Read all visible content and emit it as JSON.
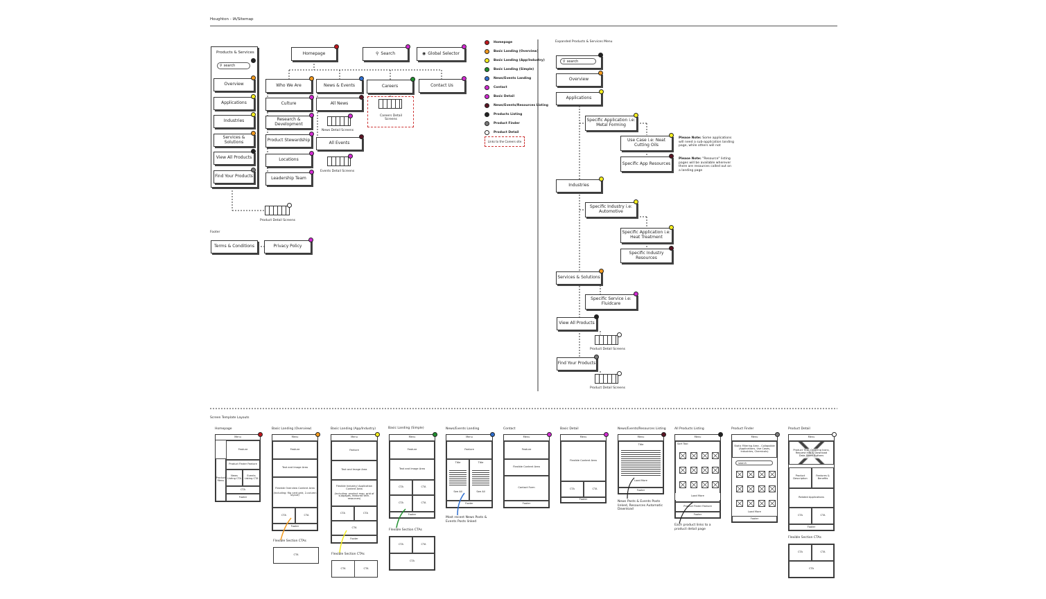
{
  "header": {
    "title": "Houghton - IA/Sitemap"
  },
  "colors": {
    "red": "#c0181e",
    "orange": "#f39a1e",
    "yellow": "#f5ee1f",
    "green": "#1f8f2e",
    "blue": "#2f6fd0",
    "magenta": "#d22ad2",
    "darkred": "#5a1424",
    "black": "#222222",
    "grey": "#7a7a7a",
    "white": "#ffffff"
  },
  "nav": {
    "title": "Products & Services",
    "search_placeholder": "search",
    "items": [
      "Overview",
      "Applications",
      "Industries",
      "Services & Solutions",
      "View All Products",
      "Find Your Products"
    ]
  },
  "top": {
    "homepage": "Homepage",
    "search": "Search",
    "global_selector": "Global Selector",
    "who_we_are": "Who We Are",
    "news_events": "News & Events",
    "careers": "Careers",
    "contact_us": "Contact Us",
    "culture": "Culture",
    "research": "Research & Development",
    "stewardship": "Product Stewardship",
    "locations": "Locations",
    "leadership": "Leadership Team",
    "all_news": "All News",
    "news_detail": "News Detail Screens",
    "all_events": "All Events",
    "events_detail": "Events Detail Screens",
    "careers_detail": "Careers Detail Screens",
    "product_detail": "Product Detail Screens"
  },
  "footer": {
    "label": "Footer",
    "terms": "Terms & Conditions",
    "privacy": "Privacy Policy"
  },
  "legend": [
    {
      "label": "Homepage",
      "color": "red"
    },
    {
      "label": "Basic Landing (Overview)",
      "color": "orange"
    },
    {
      "label": "Basic Landing (App/Industry)",
      "color": "yellow"
    },
    {
      "label": "Basic Landing (Simple)",
      "color": "green"
    },
    {
      "label": "News/Events Landing",
      "color": "blue"
    },
    {
      "label": "Contact",
      "color": "magenta"
    },
    {
      "label": "Basic Detail",
      "color": "magenta"
    },
    {
      "label": "News/Events/Resources Listing",
      "color": "darkred"
    },
    {
      "label": "Products Listing",
      "color": "black"
    },
    {
      "label": "Product Finder",
      "color": "grey"
    },
    {
      "label": "Product Detail",
      "color": "white"
    }
  ],
  "legend_link": "Links to the Careers site",
  "expanded": {
    "title": "Expanded Products & Services Menu",
    "search_placeholder": "search",
    "overview": "Overview",
    "applications": "Applications",
    "specific_application": "Specific Application i.e: Metal Forming",
    "use_case": "Use Case i.e: Neat Cutting Oils",
    "specific_app_resources": "Specific App Resources",
    "note1_bold": "Please Note:",
    "note1": "Some applications will need a sub-application landing page, while others will not",
    "note2_bold": "Please Note:",
    "note2": "\"Resource\" listing pages will be available wherever there are resources called out on a landing page",
    "industries": "Industries",
    "specific_industry": "Specific Industry i.e: Automotive",
    "specific_application2": "Specific Application i.e: Heat Treatment",
    "specific_industry_resources": "Specific Industry Resources",
    "services": "Services & Solutions",
    "specific_service": "Specific Service i.e: Fluidcare",
    "view_all": "View All Products",
    "product_detail_1": "Product Detail Screens",
    "find": "Find Your Products",
    "product_detail_2": "Product Detail Screens"
  },
  "templates": {
    "section_title": "Screen Template Layouts",
    "t_homepage": "Homepage",
    "t_overview": "Basic Landing (Overview)",
    "t_appind": "Basic Landing (App/Industry)",
    "t_simple": "Basic Landing (Simple)",
    "t_news": "News/Events Landing",
    "t_contact": "Contact",
    "t_detail": "Basic Detail",
    "t_listing": "News/Events/Resources Listing",
    "t_allprod": "All Products Listing",
    "t_finder": "Product Finder",
    "t_pdetail": "Product Detail",
    "menu": "Menu",
    "feature": "Feature",
    "footer": "Footer",
    "cta": "CTA",
    "product_menu": "Product Menu",
    "product_finder_feature": "Product Finder Feature",
    "news_listing_cta": "News Listing CTA",
    "events_listing_cta": "Events Listing CTA",
    "text_image": "Text and Image Area",
    "flex_overview": "Flexible Overview Content Area",
    "flex_overview_sub": "(Including: flip card grid, 2-column layout)",
    "flex_industry": "Flexible Industry/ Application Content Area",
    "flex_industry_sub": "(Including: product map, grid of subpages, featured tech. resources)",
    "title": "Title",
    "see_all": "See All",
    "flex_content": "Flexible Content Area",
    "contact_form": "Contact Form",
    "load_more": "Load More",
    "sort_tool": "Sort Tool",
    "finder_filter": "Static Filtering Area - Collapsible (Applications, Use Cases, Industries, Chemicals)",
    "search": "search",
    "pd_header": "Product Title, Ordering Icons, Request Info & Download Data Sheet Buttons",
    "pd_desc": "Product Description",
    "pd_features": "Features & Benefits",
    "related_apps": "Related Applications",
    "flex_cta_label": "Flexible Section CTAs",
    "news_note": "Most recent News Posts & Events Posts linked",
    "listing_note": "News Posts & Events Posts linked, Resources Automatic Download",
    "allprod_note": "Each product links to a product detail page"
  }
}
